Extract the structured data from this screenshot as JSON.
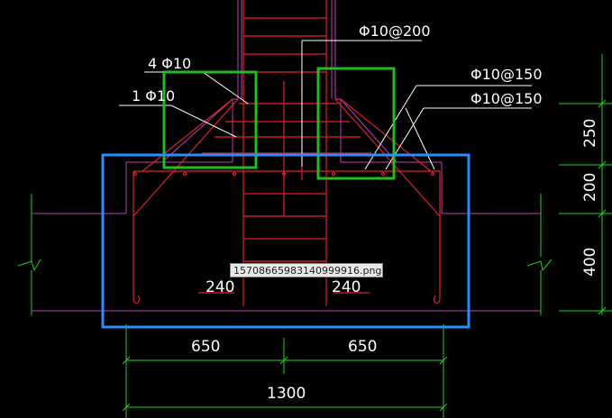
{
  "canvas": {
    "background": "#000000",
    "colors": {
      "rebar": "#e0202a",
      "concrete": "#c040c0",
      "dimension": "#20d020",
      "leader": "#ffffff",
      "green_highlight": "#22bb22",
      "blue_highlight": "#2a8cff"
    }
  },
  "annotations": {
    "top_rebar": "Φ10@200",
    "left_bars": "4 Φ10",
    "left_single": "1 Φ10",
    "right_upper": "Φ10@150",
    "right_lower": "Φ10@150"
  },
  "dimensions": {
    "left_half": "650",
    "right_half": "650",
    "total": "1300",
    "left_hook": "240",
    "right_hook": "240",
    "side_250": "250",
    "side_200": "200",
    "side_400": "400"
  },
  "tooltip": {
    "filename": "15708665983140999916.png"
  }
}
